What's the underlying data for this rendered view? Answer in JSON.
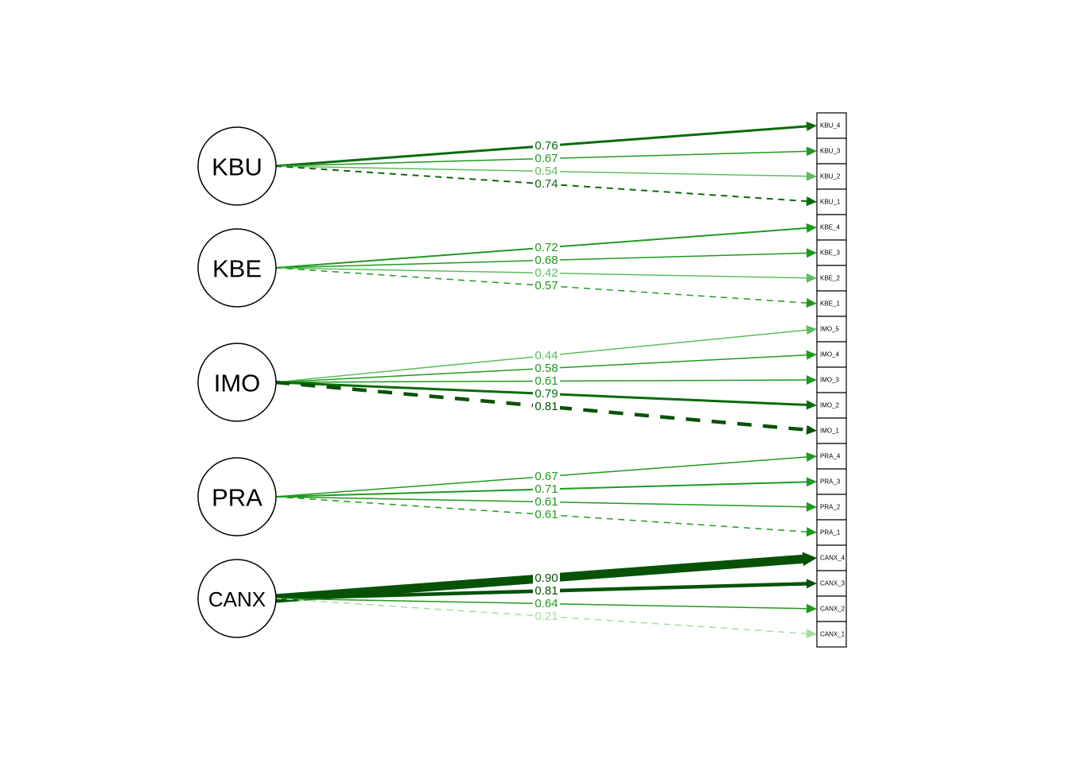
{
  "colors": {
    "lightest": "#a3dca3",
    "light": "#5cbd5c",
    "medium": "#1f9a1f",
    "dark": "#0b6b0b",
    "darkest": "#075207"
  },
  "latents": [
    {
      "id": "KBU",
      "label": "KBU"
    },
    {
      "id": "KBE",
      "label": "KBE"
    },
    {
      "id": "IMO",
      "label": "IMO"
    },
    {
      "id": "PRA",
      "label": "PRA"
    },
    {
      "id": "CANX",
      "label": "CANX"
    }
  ],
  "manifests": [
    {
      "id": "KBU_4",
      "label": "KBU_4"
    },
    {
      "id": "KBU_3",
      "label": "KBU_3"
    },
    {
      "id": "KBU_2",
      "label": "KBU_2"
    },
    {
      "id": "KBU_1",
      "label": "KBU_1"
    },
    {
      "id": "KBE_4",
      "label": "KBE_4"
    },
    {
      "id": "KBE_3",
      "label": "KBE_3"
    },
    {
      "id": "KBE_2",
      "label": "KBE_2"
    },
    {
      "id": "KBE_1",
      "label": "KBE_1"
    },
    {
      "id": "IMO_5",
      "label": "IMO_5"
    },
    {
      "id": "IMO_4",
      "label": "IMO_4"
    },
    {
      "id": "IMO_3",
      "label": "IMO_3"
    },
    {
      "id": "IMO_2",
      "label": "IMO_2"
    },
    {
      "id": "IMO_1",
      "label": "IMO_1"
    },
    {
      "id": "PRA_4",
      "label": "PRA_4"
    },
    {
      "id": "PRA_3",
      "label": "PRA_3"
    },
    {
      "id": "PRA_2",
      "label": "PRA_2"
    },
    {
      "id": "PRA_1",
      "label": "PRA_1"
    },
    {
      "id": "CANX_4",
      "label": "CANX_4"
    },
    {
      "id": "CANX_3",
      "label": "CANX_3"
    },
    {
      "id": "CANX_2",
      "label": "CANX_2"
    },
    {
      "id": "CANX_1",
      "label": "CANX_1"
    }
  ],
  "paths": [
    {
      "from": "KBU",
      "to": "KBU_4",
      "label": "0.76",
      "value": 0.76,
      "fixed": false
    },
    {
      "from": "KBU",
      "to": "KBU_3",
      "label": "0.67",
      "value": 0.67,
      "fixed": false
    },
    {
      "from": "KBU",
      "to": "KBU_2",
      "label": "0.54",
      "value": 0.54,
      "fixed": false
    },
    {
      "from": "KBU",
      "to": "KBU_1",
      "label": "0.74",
      "value": 0.74,
      "fixed": true
    },
    {
      "from": "KBE",
      "to": "KBE_4",
      "label": "0.72",
      "value": 0.72,
      "fixed": false
    },
    {
      "from": "KBE",
      "to": "KBE_3",
      "label": "0.68",
      "value": 0.68,
      "fixed": false
    },
    {
      "from": "KBE",
      "to": "KBE_2",
      "label": "0.42",
      "value": 0.42,
      "fixed": false
    },
    {
      "from": "KBE",
      "to": "KBE_1",
      "label": "0.57",
      "value": 0.57,
      "fixed": true
    },
    {
      "from": "IMO",
      "to": "IMO_5",
      "label": "0.44",
      "value": 0.44,
      "fixed": false
    },
    {
      "from": "IMO",
      "to": "IMO_4",
      "label": "0.58",
      "value": 0.58,
      "fixed": false
    },
    {
      "from": "IMO",
      "to": "IMO_3",
      "label": "0.61",
      "value": 0.61,
      "fixed": false
    },
    {
      "from": "IMO",
      "to": "IMO_2",
      "label": "0.79",
      "value": 0.79,
      "fixed": false
    },
    {
      "from": "IMO",
      "to": "IMO_1",
      "label": "0.81",
      "value": 0.81,
      "fixed": true
    },
    {
      "from": "PRA",
      "to": "PRA_4",
      "label": "0.67",
      "value": 0.67,
      "fixed": false
    },
    {
      "from": "PRA",
      "to": "PRA_3",
      "label": "0.71",
      "value": 0.71,
      "fixed": false
    },
    {
      "from": "PRA",
      "to": "PRA_2",
      "label": "0.61",
      "value": 0.61,
      "fixed": false
    },
    {
      "from": "PRA",
      "to": "PRA_1",
      "label": "0.61",
      "value": 0.61,
      "fixed": true
    },
    {
      "from": "CANX",
      "to": "CANX_4",
      "label": "0.90",
      "value": 0.9,
      "fixed": false
    },
    {
      "from": "CANX",
      "to": "CANX_3",
      "label": "0.81",
      "value": 0.81,
      "fixed": false
    },
    {
      "from": "CANX",
      "to": "CANX_2",
      "label": "0.64",
      "value": 0.64,
      "fixed": false
    },
    {
      "from": "CANX",
      "to": "CANX_1",
      "label": "0.21",
      "value": 0.21,
      "fixed": true
    }
  ]
}
